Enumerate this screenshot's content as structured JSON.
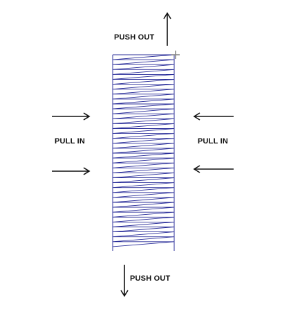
{
  "labels": {
    "top": "PUSH OUT",
    "bottom": "PUSH OUT",
    "left": "PULL IN",
    "right": "PULL IN"
  },
  "colors": {
    "lines": "#2b2f9a",
    "arrows": "#111111",
    "handle": "#888888",
    "text": "#111111"
  },
  "icons": {
    "corner_handle": "plus-handle-icon"
  }
}
